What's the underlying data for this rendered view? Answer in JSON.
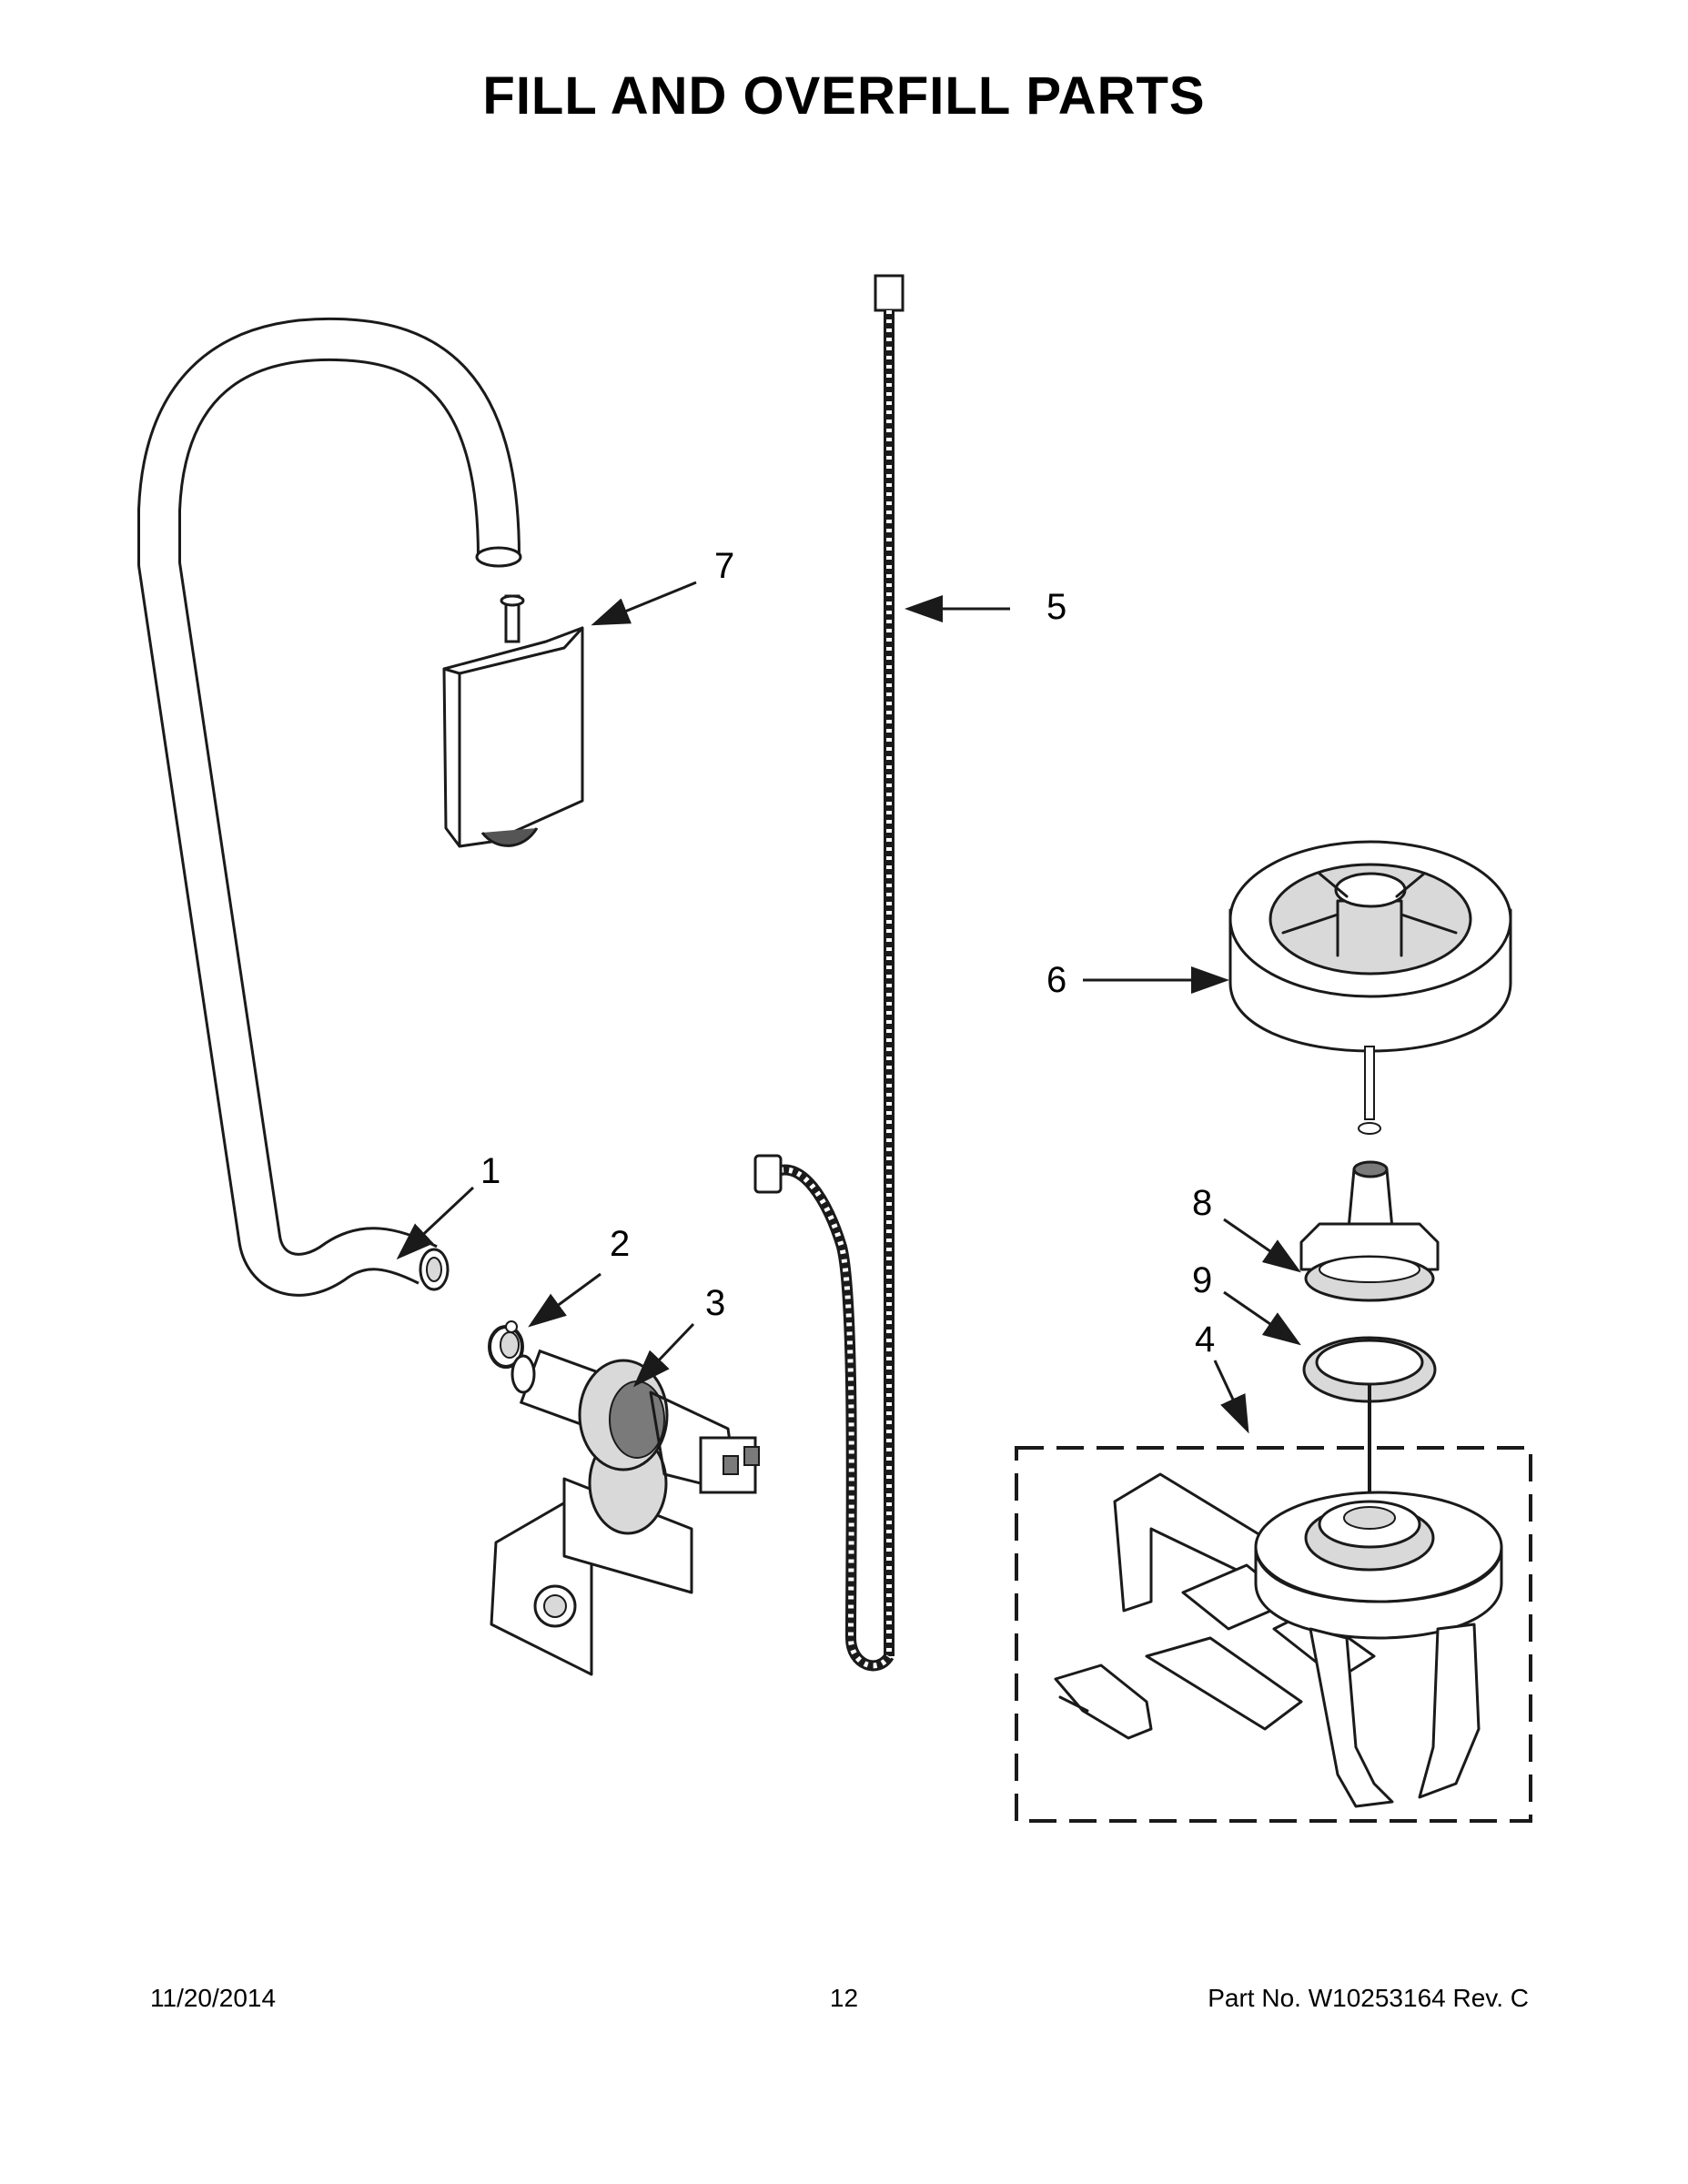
{
  "page": {
    "title": "FILL AND OVERFILL PARTS",
    "footer_date": "11/20/2014",
    "footer_page": "12",
    "footer_part": "Part No.  W10253164  Rev.  C"
  },
  "callouts": [
    {
      "id": "1"
    },
    {
      "id": "2"
    },
    {
      "id": "3"
    },
    {
      "id": "4"
    },
    {
      "id": "5"
    },
    {
      "id": "6"
    },
    {
      "id": "7"
    },
    {
      "id": "8"
    },
    {
      "id": "9"
    }
  ],
  "icons": [
    "fill-hose-icon",
    "hose-clamp-icon",
    "water-valve-icon",
    "float-switch-assembly-icon",
    "wire-harness-icon",
    "float-icon",
    "vent-icon",
    "float-stem-icon",
    "gasket-icon"
  ],
  "colors": {
    "ink": "#1a1a1a",
    "part_fill": "#d9d9d9",
    "part_dark": "#7a7a7a"
  }
}
